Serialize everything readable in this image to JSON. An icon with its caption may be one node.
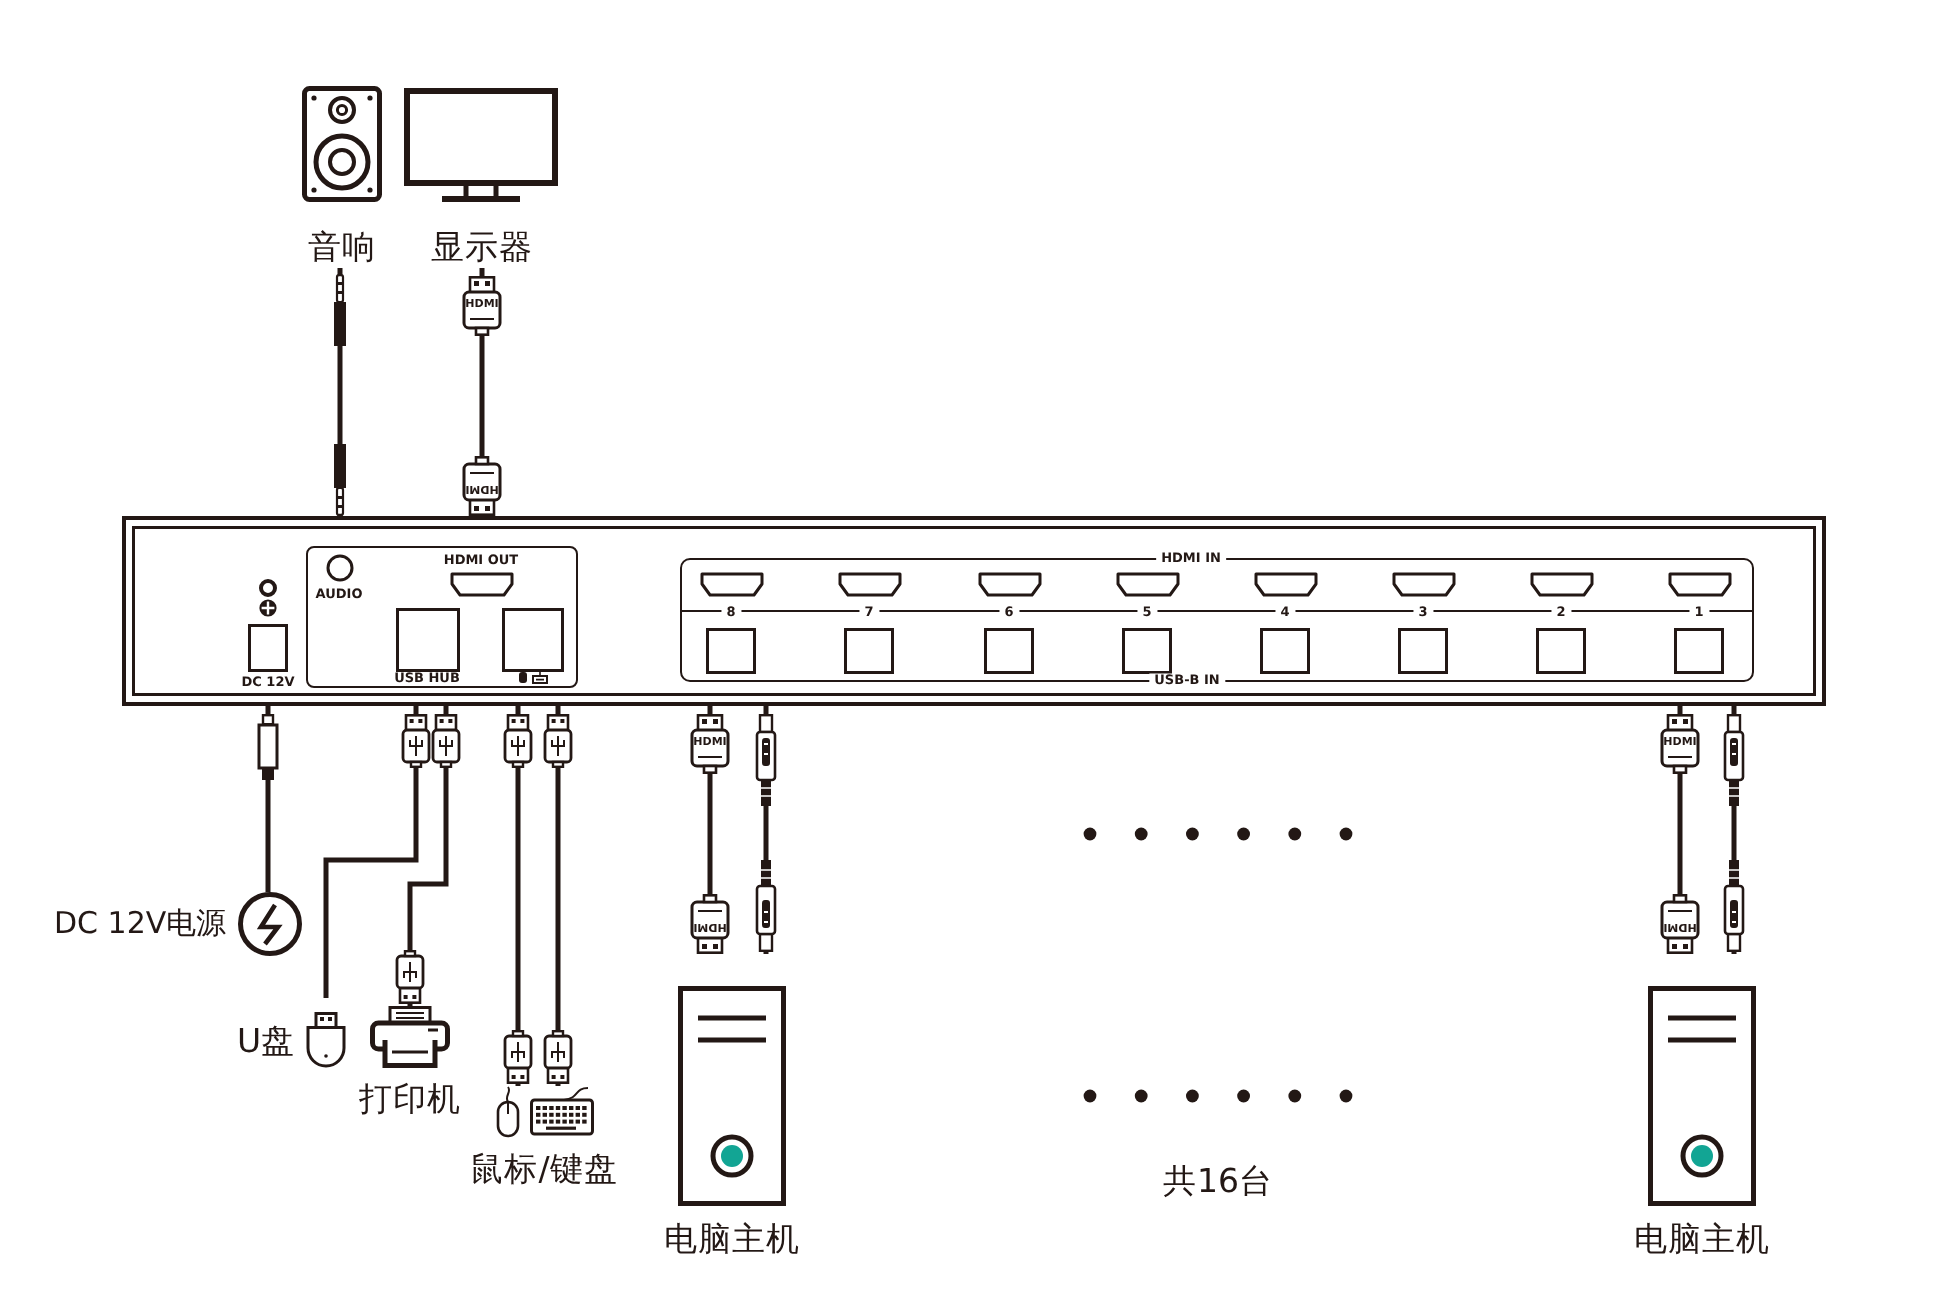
{
  "diagram": {
    "nodes": [
      {
        "text": [
          "音响"
        ]
      },
      {
        "text": [
          "显示器"
        ]
      },
      {
        "text": [
          "DC 12V"
        ]
      },
      {
        "text": [
          "HDMI OUT",
          "AUDIO",
          "USB HUB"
        ],
        "in": 2
      },
      {
        "text": [
          "HDMI IN",
          "8",
          "7",
          "6",
          "5",
          "4",
          "3",
          "2",
          "1",
          "USB-B IN"
        ],
        "in": 2
      },
      {
        "text": [
          "DC 12V电源"
        ]
      },
      {
        "text": [
          "U盘"
        ]
      },
      {
        "text": [
          "打印机"
        ]
      },
      {
        "text": [
          "鼠标/键盘"
        ]
      },
      {
        "text": [
          "电脑主机"
        ]
      },
      {
        "text": [
          "电脑主机"
        ]
      }
    ],
    "edges": [
      {
        "from": 0,
        "to": 2,
        "arrow": "other"
      },
      {
        "from": 1,
        "to": 2,
        "arrow": "other"
      },
      {
        "from": 2,
        "to": 5,
        "arrow": "other"
      },
      {
        "from": 2,
        "to": 6,
        "arrow": "other"
      },
      {
        "from": 2,
        "to": 7,
        "arrow": "other"
      },
      {
        "from": 2,
        "to": 8,
        "arrow": "other"
      },
      {
        "from": 2,
        "to": 8,
        "arrow": "other"
      },
      {
        "from": 2,
        "to": 9,
        "arrow": "other"
      },
      {
        "from": 2,
        "to": 9,
        "arrow": "other"
      },
      {
        "from": 2,
        "to": 10,
        "arrow": "other"
      },
      {
        "from": 2,
        "to": 10,
        "arrow": "other"
      }
    ],
    "labels": [
      "HDMI",
      "HDMI",
      "HDMI",
      "HDMI",
      "HDMI",
      "HDMI",
      "共16台"
    ]
  }
}
